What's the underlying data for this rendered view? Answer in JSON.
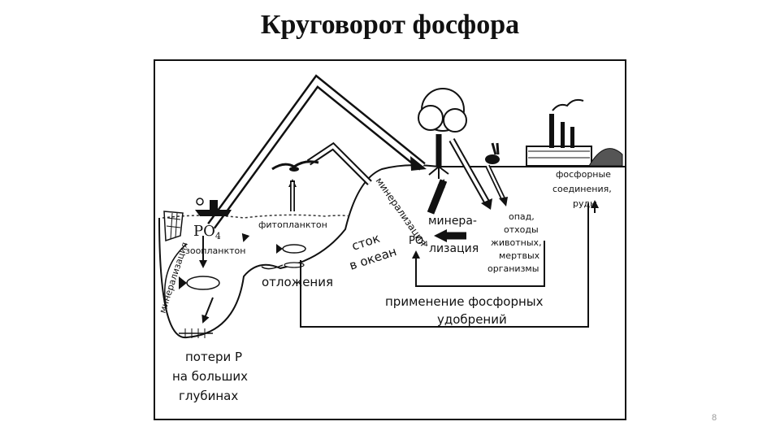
{
  "title": "Круговорот фосфора",
  "page_number": "8",
  "labels": {
    "po4": "PO",
    "po4_sub": "4",
    "zooplankton": "зоопланктон",
    "phytoplankton": "фитопланктон",
    "mineralization_left": "минерализация",
    "sediments": "отложения",
    "runoff_line1": "сток",
    "runoff_line2": "в океан",
    "mineralization_arc": "минерализация",
    "mineralization_mid_1": "минера-",
    "mineralization_mid_2": "лизация",
    "po4_mid": "PO",
    "po4_mid_sub": "4",
    "litter_1": "опад,",
    "litter_2": "отходы",
    "litter_3": "животных,",
    "litter_4": "мертвых",
    "litter_5": "организмы",
    "phosphorus_compounds_1": "фосфорные",
    "phosphorus_compounds_2": "соединения,",
    "phosphorus_compounds_3": "руды",
    "fertilizer_1": "применение фосфорных",
    "fertilizer_2": "удобрений",
    "losses_1": "потери Р",
    "losses_2": "на больших",
    "losses_3": "глубинах"
  },
  "icons": [
    "fish-icon",
    "bird-icon",
    "tree-icon",
    "rabbit-icon",
    "factory-icon",
    "ship-icon",
    "fishing-net-icon",
    "ore-pile-icon"
  ]
}
